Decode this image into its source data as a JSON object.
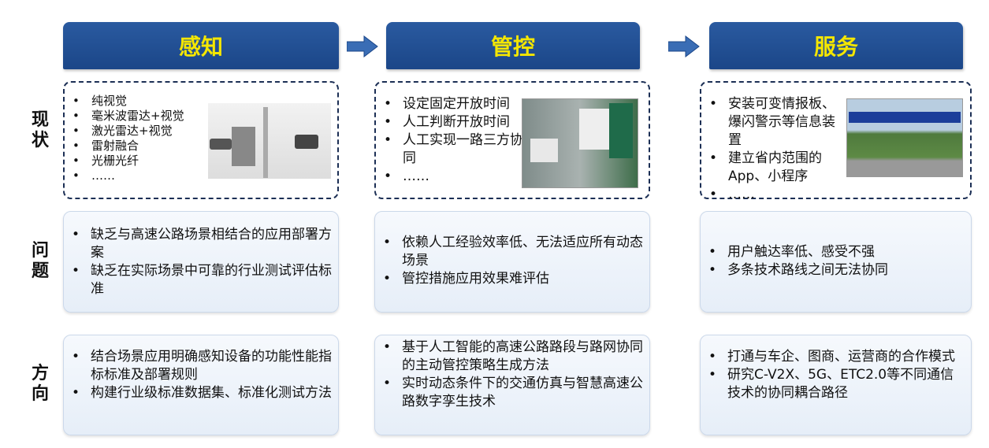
{
  "headers": [
    "感知",
    "管控",
    "服务"
  ],
  "rows": [
    "现状",
    "问题",
    "方向"
  ],
  "status": [
    [
      "纯视觉",
      "毫米波雷达+视觉",
      "激光雷达+视觉",
      "雷射融合",
      "光栅光纤",
      "……"
    ],
    [
      "设定固定开放时间",
      "人工判断开放时间",
      "人工实现一路三方协同",
      "……"
    ],
    [
      "安装可变情报板、爆闪警示等信息装置",
      "建立省内范围的App、小程序",
      "……"
    ]
  ],
  "problems": [
    [
      "缺乏与高速公路场景相结合的应用部署方案",
      "缺乏在实际场景中可靠的行业测试评估标准"
    ],
    [
      "依赖人工经验效率低、无法适应所有动态场景",
      "管控措施应用效果难评估"
    ],
    [
      "用户触达率低、感受不强",
      "多条技术路线之间无法协同"
    ]
  ],
  "directions": [
    [
      "结合场景应用明确感知设备的功能性能指标标准及部署规则",
      "构建行业级标准数据集、标准化测试方法"
    ],
    [
      "基于人工智能的高速公路路段与路网协同的主动管控策略生成方法",
      "实时动态条件下的交通仿真与智慧高速公路数字孪生技术"
    ],
    [
      "打通与车企、图商、运营商的合作模式",
      "研究C-V2X、5G、ETC2.0等不同通信技术的协同耦合路径"
    ]
  ],
  "colors": {
    "header": "#1f4f94",
    "header_text": "#f4e600",
    "arrow": "#3a6db5"
  }
}
